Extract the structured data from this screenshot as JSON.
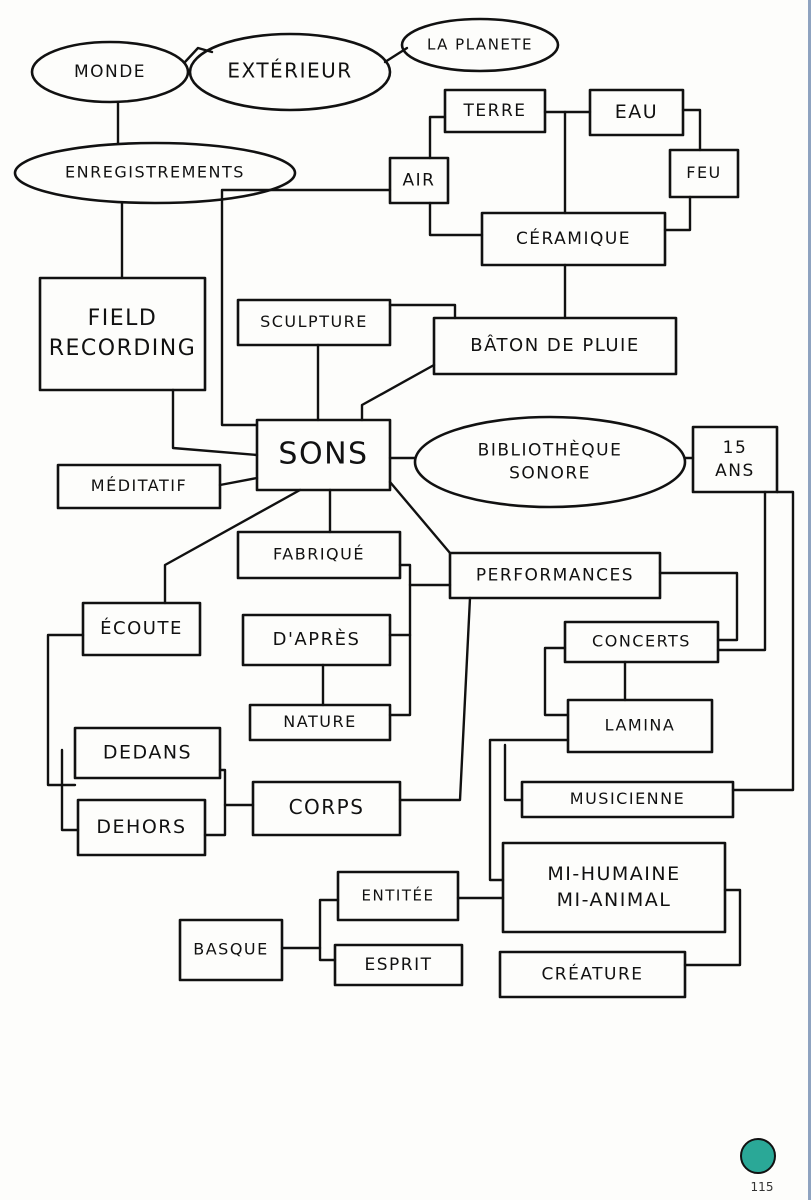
{
  "nodes": [
    {
      "id": "monde",
      "lines": [
        "MONDE"
      ]
    },
    {
      "id": "exterieur",
      "lines": [
        "EXTÉRIEUR"
      ]
    },
    {
      "id": "planete",
      "lines": [
        "LA PLANETE"
      ]
    },
    {
      "id": "enregistrements",
      "lines": [
        "ENREGISTREMENTS"
      ]
    },
    {
      "id": "field",
      "lines": [
        "FIELD",
        "RECORDING"
      ]
    },
    {
      "id": "terre",
      "lines": [
        "TERRE"
      ]
    },
    {
      "id": "eau",
      "lines": [
        "EAU"
      ]
    },
    {
      "id": "air",
      "lines": [
        "AIR"
      ]
    },
    {
      "id": "feu",
      "lines": [
        "FEU"
      ]
    },
    {
      "id": "ceramique",
      "lines": [
        "CÉRAMIQUE"
      ]
    },
    {
      "id": "sculpture",
      "lines": [
        "SCULPTURE"
      ]
    },
    {
      "id": "baton",
      "lines": [
        "BÂTON DE PLUIE"
      ]
    },
    {
      "id": "sons",
      "lines": [
        "SONS"
      ]
    },
    {
      "id": "bibliotheque",
      "lines": [
        "BIBLIOTHÈQUE",
        "SONORE"
      ]
    },
    {
      "id": "quinze",
      "lines": [
        "15",
        "ANS"
      ]
    },
    {
      "id": "meditatif",
      "lines": [
        "MÉDITATIF"
      ]
    },
    {
      "id": "fabrique",
      "lines": [
        "FABRIQUÉ"
      ]
    },
    {
      "id": "performances",
      "lines": [
        "PERFORMANCES"
      ]
    },
    {
      "id": "ecoute",
      "lines": [
        "ÉCOUTE"
      ]
    },
    {
      "id": "dapres",
      "lines": [
        "D'APRÈS"
      ]
    },
    {
      "id": "concerts",
      "lines": [
        "CONCERTS"
      ]
    },
    {
      "id": "nature",
      "lines": [
        "NATURE"
      ]
    },
    {
      "id": "lamina",
      "lines": [
        "LAMINA"
      ]
    },
    {
      "id": "dedans",
      "lines": [
        "DEDANS"
      ]
    },
    {
      "id": "dehors",
      "lines": [
        "DEHORS"
      ]
    },
    {
      "id": "corps",
      "lines": [
        "CORPS"
      ]
    },
    {
      "id": "musicienne",
      "lines": [
        "MUSICIENNE"
      ]
    },
    {
      "id": "mihumaine",
      "lines": [
        "MI-HUMAINE",
        "MI-ANIMAL"
      ]
    },
    {
      "id": "entitee",
      "lines": [
        "ENTITÉE"
      ]
    },
    {
      "id": "basque",
      "lines": [
        "BASQUE"
      ]
    },
    {
      "id": "esprit",
      "lines": [
        "ESPRIT"
      ]
    },
    {
      "id": "creature",
      "lines": [
        "CRÉATURE"
      ]
    }
  ],
  "page_number": "115",
  "badge_color": "#2aa897"
}
